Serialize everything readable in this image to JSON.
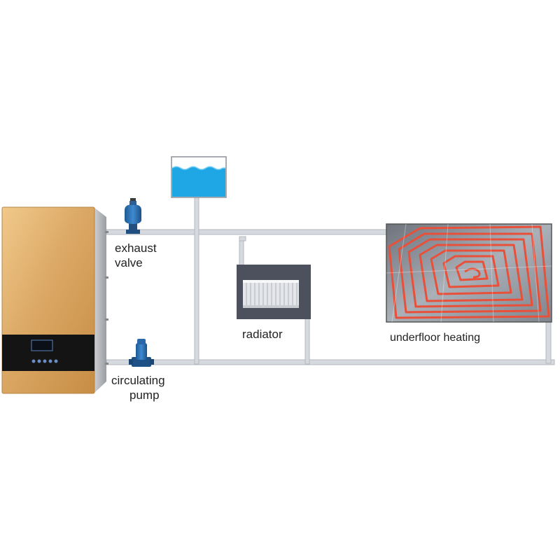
{
  "labels": {
    "exhaust_valve_line1": "exhaust",
    "exhaust_valve_line2": "valve",
    "circulating_pump_line1": "circulating",
    "circulating_pump_line2": "pump",
    "radiator": "radiator",
    "underfloor_heating": "underfloor heating"
  },
  "colors": {
    "pipe": "#d2d5da",
    "pipe_edge": "#b4b8bf",
    "boiler_gold": "#d9a862",
    "boiler_panel": "#111111",
    "display_glow": "#7fb0ff",
    "water": "#1aa3e0",
    "valve_blue": "#2a6fb3",
    "heating_coil": "#e8503a",
    "radiator_backdrop": "#4a4e5a",
    "radiator_fins": "#e8eaee"
  },
  "icons": {
    "boiler": "boiler-icon",
    "exhaust_valve": "exhaust-valve-icon",
    "circulating_pump": "circulating-pump-icon",
    "expansion_tank": "expansion-tank-icon",
    "radiator": "radiator-icon",
    "underfloor_heating": "underfloor-heating-icon"
  }
}
